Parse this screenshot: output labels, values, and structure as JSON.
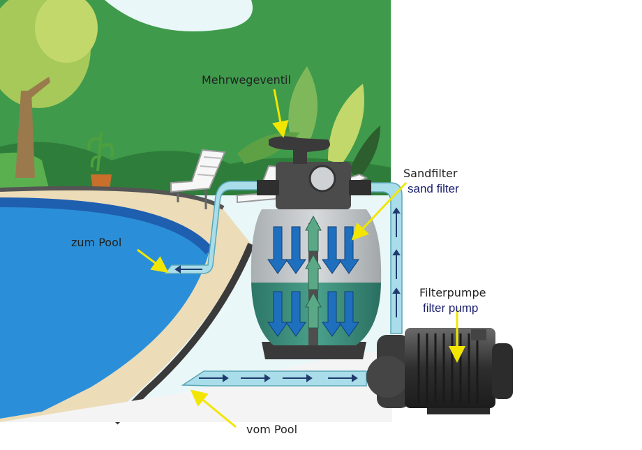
{
  "labels": {
    "multiport_valve": "Mehrwegeventil",
    "sand_filter_de": "Sandfilter",
    "sand_filter_en": "sand filter",
    "to_pool": "zum Pool",
    "filter_pump_de": "Filterpumpe",
    "filter_pump_en": "filter pump",
    "from_pool": "vom Pool"
  },
  "colors": {
    "sky": "#e9f7f8",
    "hills": "#3f9a4c",
    "pool_water": "#2a8fd8",
    "pool_rim": "#1f5fb0",
    "sand_path": "#ecdcb8",
    "pipe": "#a9dde9",
    "filter_water": "#3d8f7c",
    "filter_top": "#c9ccce",
    "flow_arrow": "#1f6fbf",
    "pointer_arrow": "#f2e600",
    "pump_body": "#4a4a4a"
  },
  "icons": [
    "multiport-valve-icon",
    "sand-filter-tank-icon",
    "filter-pump-icon",
    "lounge-chair-icon",
    "tree-icon",
    "potted-plant-icon"
  ]
}
